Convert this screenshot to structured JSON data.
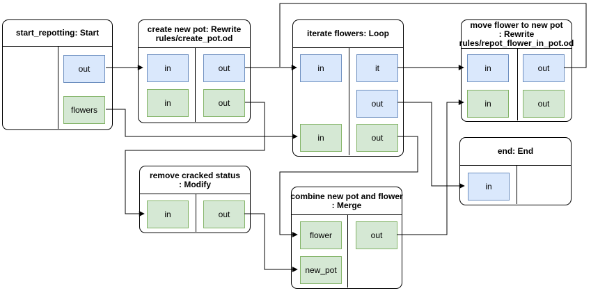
{
  "diagram": {
    "background": "#ffffff",
    "colors": {
      "node_fill": "#ffffff",
      "node_stroke": "#000000",
      "edge": "#000000",
      "port_blue_fill": "#dae8fc",
      "port_blue_stroke": "#6c8ebf",
      "port_green_fill": "#d5e8d4",
      "port_green_stroke": "#82b366"
    },
    "nodes": [
      {
        "id": "start_repotting",
        "type": "Start",
        "title": "start_repotting: Start",
        "title_lines": [
          "start_repotting: Start"
        ],
        "ports": [
          {
            "label": "out",
            "color": "blue"
          },
          {
            "label": "flowers",
            "color": "green"
          }
        ]
      },
      {
        "id": "create_new_pot",
        "type": "Rewrite",
        "title": "create new pot: Rewrite rules/create_pot.od",
        "title_lines": [
          "create new pot: Rewrite",
          "rules/create_pot.od"
        ],
        "ports": [
          {
            "label": "in",
            "color": "blue"
          },
          {
            "label": "out",
            "color": "blue"
          },
          {
            "label": "in",
            "color": "green"
          },
          {
            "label": "out",
            "color": "green"
          }
        ]
      },
      {
        "id": "iterate_flowers",
        "type": "Loop",
        "title": "iterate flowers: Loop",
        "title_lines": [
          "iterate flowers: Loop"
        ],
        "ports": [
          {
            "label": "in",
            "color": "blue"
          },
          {
            "label": "it",
            "color": "blue"
          },
          {
            "label": "out",
            "color": "blue"
          },
          {
            "label": "in",
            "color": "green"
          },
          {
            "label": "out",
            "color": "green"
          }
        ]
      },
      {
        "id": "move_flower_to_new_pot",
        "type": "Rewrite",
        "title": "move flower to new pot : Rewrite rules/repot_flower_in_pot.od",
        "title_lines": [
          "move flower to new pot",
          ": Rewrite",
          "rules/repot_flower_in_pot.od"
        ],
        "ports": [
          {
            "label": "in",
            "color": "blue"
          },
          {
            "label": "out",
            "color": "blue"
          },
          {
            "label": "in",
            "color": "green"
          },
          {
            "label": "out",
            "color": "green"
          }
        ]
      },
      {
        "id": "end",
        "type": "End",
        "title": "end: End",
        "title_lines": [
          "end: End"
        ],
        "ports": [
          {
            "label": "in",
            "color": "blue"
          }
        ]
      },
      {
        "id": "remove_cracked_status",
        "type": "Modify",
        "title": "remove cracked status : Modify",
        "title_lines": [
          "remove cracked status",
          ": Modify"
        ],
        "ports": [
          {
            "label": "in",
            "color": "green"
          },
          {
            "label": "out",
            "color": "green"
          }
        ]
      },
      {
        "id": "combine_new_pot_and_flower",
        "type": "Merge",
        "title": "combine new pot and flower : Merge",
        "title_lines": [
          "combine new pot and flower",
          ": Merge"
        ],
        "ports": [
          {
            "label": "flower",
            "color": "green"
          },
          {
            "label": "new_pot",
            "color": "green"
          },
          {
            "label": "out",
            "color": "green"
          }
        ]
      }
    ],
    "edges": [
      {
        "from": "start_repotting.out",
        "to": "create_new_pot.in (blue)"
      },
      {
        "from": "start_repotting.flowers",
        "to": "iterate_flowers.in (green)"
      },
      {
        "from": "create_new_pot.out (blue)",
        "to": "iterate_flowers.in (blue)"
      },
      {
        "from": "create_new_pot.out (green)",
        "to": "remove_cracked_status.in"
      },
      {
        "from": "iterate_flowers.it",
        "to": "move_flower_to_new_pot.in (blue)"
      },
      {
        "from": "iterate_flowers.out (blue)",
        "to": "end.in"
      },
      {
        "from": "iterate_flowers.out (green)",
        "to": "combine_new_pot_and_flower.flower"
      },
      {
        "from": "remove_cracked_status.out",
        "to": "combine_new_pot_and_flower.new_pot"
      },
      {
        "from": "combine_new_pot_and_flower.out",
        "to": "move_flower_to_new_pot.in (green)"
      },
      {
        "from": "move_flower_to_new_pot.out (blue)",
        "to": "iterate_flowers.in (blue)"
      }
    ]
  }
}
